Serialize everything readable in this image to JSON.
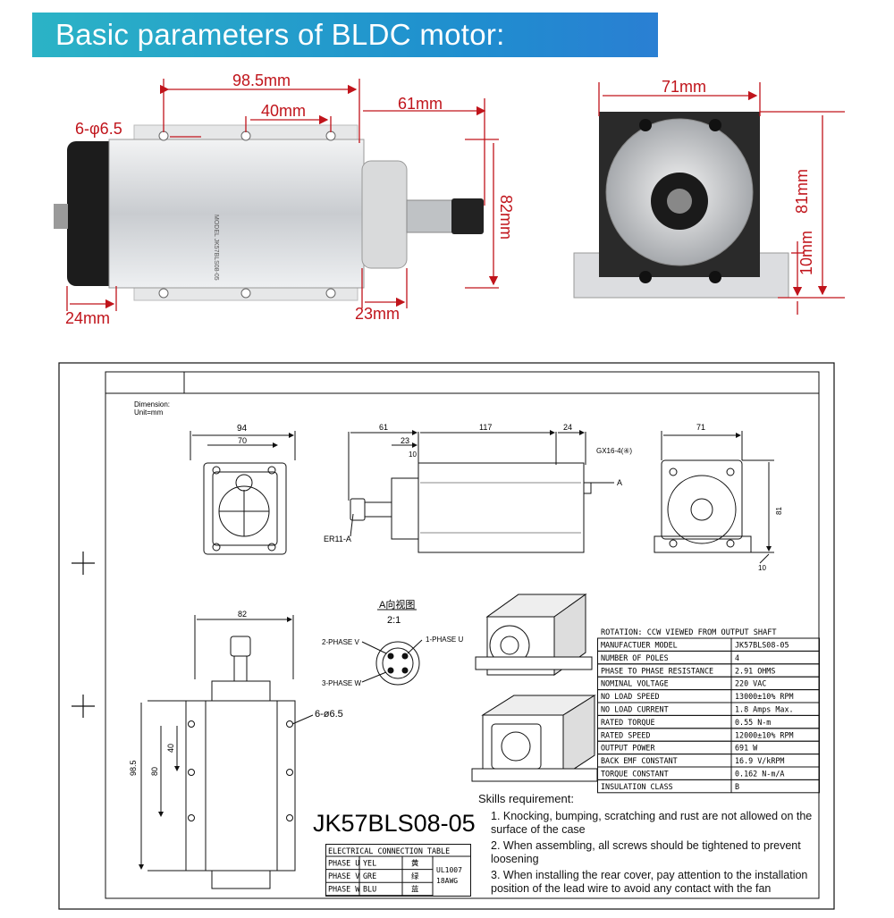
{
  "banner": {
    "title": "Basic parameters of BLDC motor:"
  },
  "photo_side": {
    "dim_98_5": "98.5mm",
    "dim_40": "40mm",
    "dim_61": "61mm",
    "dim_holes": "6-φ6.5",
    "dim_82": "82mm",
    "dim_24": "24mm",
    "dim_23": "23mm"
  },
  "photo_front": {
    "dim_71": "71mm",
    "dim_81": "81mm",
    "dim_10": "10mm"
  },
  "drawing": {
    "dimension_note_1": "Dimension:",
    "dimension_note_2": "Unit=mm",
    "front": {
      "w94": "94",
      "w70": "70"
    },
    "side": {
      "d61": "61",
      "d117": "117",
      "d24": "24",
      "d23": "23",
      "d10": "10",
      "connector": "GX16-4(④)",
      "view_a": "A",
      "collet": "ER11-A"
    },
    "end": {
      "d71": "71",
      "d81": "81",
      "d10": "10"
    },
    "top": {
      "w82": "82",
      "h98_5": "98.5",
      "h80": "80",
      "h40": "40",
      "holes": "6-ø6.5"
    },
    "a_view": {
      "title": "A向视图",
      "scale": "2:1",
      "p1": "1-PHASE U",
      "p2": "2-PHASE V",
      "p3": "3-PHASE W"
    },
    "model": "JK57BLS08-05"
  },
  "spec_table": {
    "title": "ROTATION: CCW VIEWED FROM OUTPUT SHAFT",
    "rows": [
      {
        "label": "MANUFACTUER MODEL",
        "value": "JK57BLS08-05"
      },
      {
        "label": "NUMBER OF POLES",
        "value": "4"
      },
      {
        "label": "PHASE TO PHASE RESISTANCE",
        "value": "2.91 OHMS"
      },
      {
        "label": "NOMINAL VOLTAGE",
        "value": "220 VAC"
      },
      {
        "label": "NO LOAD SPEED",
        "value": "13000±10% RPM"
      },
      {
        "label": "NO LOAD CURRENT",
        "value": "1.8 Amps Max."
      },
      {
        "label": "RATED TORQUE",
        "value": "0.55 N-m"
      },
      {
        "label": "RATED SPEED",
        "value": "12000±10% RPM"
      },
      {
        "label": "OUTPUT POWER",
        "value": "691 W"
      },
      {
        "label": "BACK EMF CONSTANT",
        "value": "16.9 V/kRPM"
      },
      {
        "label": "TORQUE CONSTANT",
        "value": "0.162 N-m/A"
      },
      {
        "label": "INSULATION CLASS",
        "value": "B"
      }
    ]
  },
  "connection_table": {
    "title": "ELECTRICAL CONNECTION TABLE",
    "rows": [
      {
        "phase": "PHASE U",
        "color": "YEL",
        "cn": "黄"
      },
      {
        "phase": "PHASE V",
        "color": "GRE",
        "cn": "绿"
      },
      {
        "phase": "PHASE W",
        "color": "BLU",
        "cn": "蓝"
      }
    ],
    "wire1": "UL1007",
    "wire2": "18AWG"
  },
  "skills": {
    "title": "Skills requirement:",
    "items": [
      "1. Knocking, bumping, scratching and rust are not allowed on the surface of the case",
      "2. When assembling, all screws should be tightened to prevent loosening",
      "3. When installing the rear cover, pay attention to the installation position of the lead wire to avoid any contact with the fan"
    ]
  }
}
